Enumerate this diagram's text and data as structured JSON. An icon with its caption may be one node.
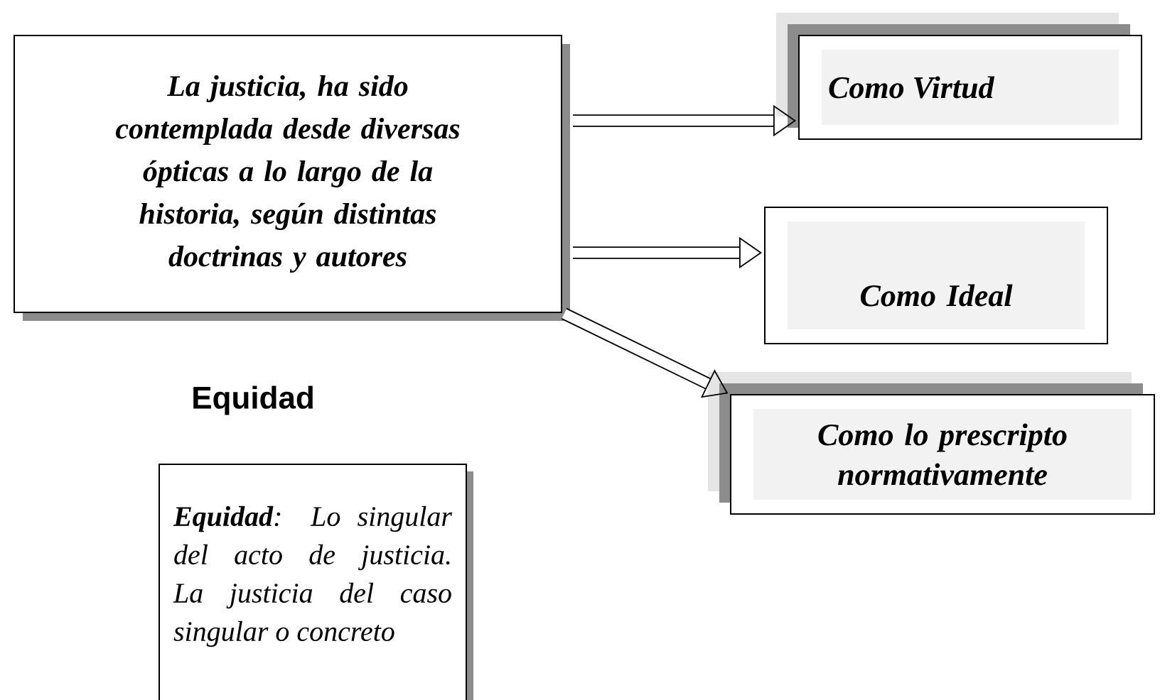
{
  "diagram": {
    "nodes": [
      {
        "text": [
          "La justicia, ha sido contemplada desde diversas ópticas a lo largo de la historia, según distintas doctrinas y autores"
        ]
      },
      {
        "text": [
          "Como   Virtud"
        ]
      },
      {
        "text": [
          "Como Ideal"
        ]
      },
      {
        "text": [
          "Como lo prescripto normativamente"
        ]
      },
      {
        "text": [
          "**Equidad**: Lo singular del acto de justicia. La justicia del caso singular o concreto"
        ]
      }
    ],
    "edges": [
      {
        "from": 0,
        "to": 1,
        "arrow": "to"
      },
      {
        "from": 0,
        "to": 2,
        "arrow": "to"
      },
      {
        "from": 0,
        "to": 3,
        "arrow": "to"
      }
    ],
    "labels": [
      "Equidad"
    ]
  }
}
